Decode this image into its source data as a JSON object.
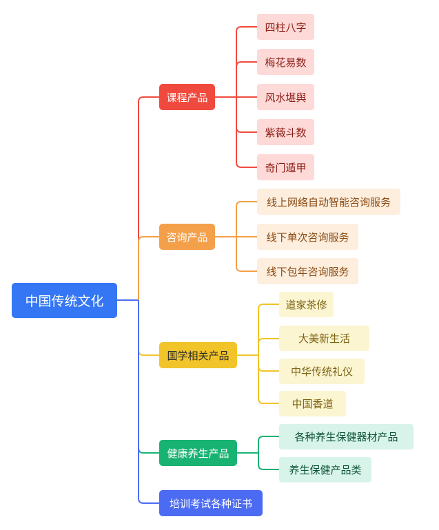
{
  "root": {
    "label": "中国传统文化"
  },
  "branches": [
    {
      "label": "课程产品",
      "color": "#f04a3e",
      "children": [
        "四柱八字",
        "梅花易数",
        "风水堪舆",
        "紫薇斗数",
        "奇门遁甲"
      ]
    },
    {
      "label": "咨询产品",
      "color": "#f4a04a",
      "children": [
        "线上网络自动智能咨询服务",
        "线下单次咨询服务",
        "线下包年咨询服务"
      ]
    },
    {
      "label": "国学相关产品",
      "color": "#f1c429",
      "children": [
        "道家茶修",
        "大美新生活",
        "中华传统礼仪",
        "中国香道"
      ]
    },
    {
      "label": "健康养生产品",
      "color": "#18b272",
      "children": [
        "各种养生保健器材产品",
        "养生保健产品类"
      ]
    },
    {
      "label": "培训考试各种证书",
      "color": "#4c6bf3",
      "children": []
    }
  ],
  "root_color": "#3476f3",
  "trunk_color": "#4c6bf3"
}
